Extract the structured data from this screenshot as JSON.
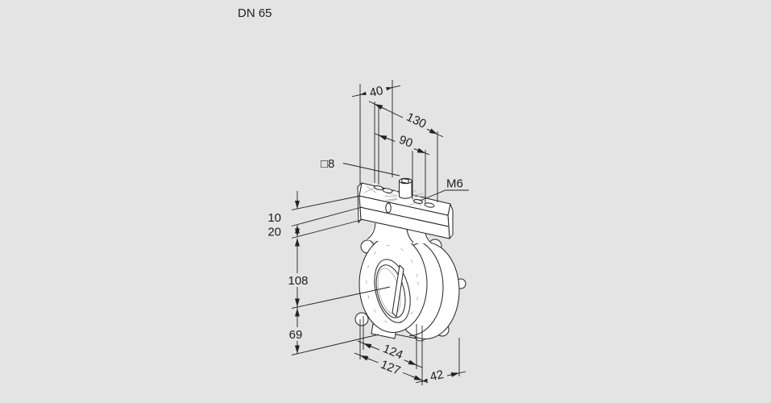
{
  "title": "DN 65",
  "drawing_type": "butterfly-valve-dimensional-drawing",
  "colors": {
    "background": "#e4e4e4",
    "line": "#222222",
    "body_fill": "#ffffff",
    "detail": "#b0b0b0",
    "text": "#1d1d1d"
  },
  "dimensions": {
    "flange_offset": "40",
    "flange_span": "130",
    "hole_spacing": "90",
    "shaft_square": "□8",
    "thread_size": "M6",
    "plate_thickness": "10",
    "flange_height": "20",
    "center_height": "108",
    "bottom_height": "69",
    "body_width_inner": "124",
    "body_width_outer": "127",
    "body_depth": "42"
  }
}
